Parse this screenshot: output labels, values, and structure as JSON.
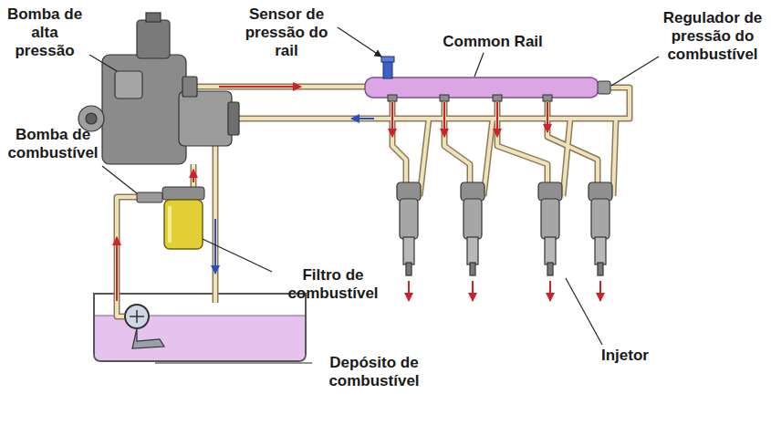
{
  "diagram": {
    "labels": [
      "Bomba de alta pressão",
      "Bomba de combustível",
      "Sensor de pressão do rail",
      "Common Rail",
      "Regulador de pressão do combustível",
      "Filtro de combustível",
      "Injetor",
      "Depósito de combustível"
    ]
  }
}
